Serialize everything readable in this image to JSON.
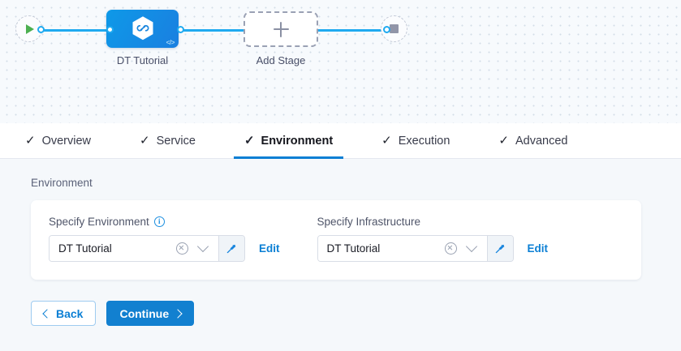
{
  "pipeline": {
    "start_node": {
      "name": "start-node",
      "icon": "play-icon"
    },
    "end_node": {
      "name": "end-node",
      "icon": "stop-icon"
    },
    "stage": {
      "label": "DT Tutorial",
      "icon": "hexagon-infinity-icon",
      "badge": "</>"
    },
    "add_stage": {
      "label": "Add Stage",
      "icon": "plus-icon"
    }
  },
  "tabs": [
    {
      "label": "Overview",
      "check": "✓",
      "active": false
    },
    {
      "label": "Service",
      "check": "✓",
      "active": false
    },
    {
      "label": "Environment",
      "check": "✓",
      "active": true
    },
    {
      "label": "Execution",
      "check": "✓",
      "active": false
    },
    {
      "label": "Advanced",
      "check": "✓",
      "active": false
    }
  ],
  "content": {
    "section_title": "Environment",
    "fields": [
      {
        "label": "Specify Environment",
        "has_info_icon": true,
        "value": "DT Tutorial",
        "edit_label": "Edit"
      },
      {
        "label": "Specify Infrastructure",
        "has_info_icon": false,
        "value": "DT Tutorial",
        "edit_label": "Edit"
      }
    ]
  },
  "footer": {
    "back_label": "Back",
    "continue_label": "Continue"
  },
  "colors": {
    "accent_blue": "#1280d0",
    "link_blue": "#0b7fd4",
    "wire_blue": "#1faaf0",
    "play_green": "#4caf50",
    "canvas_bg": "#f7fafd",
    "content_bg": "#f5f8fb"
  }
}
